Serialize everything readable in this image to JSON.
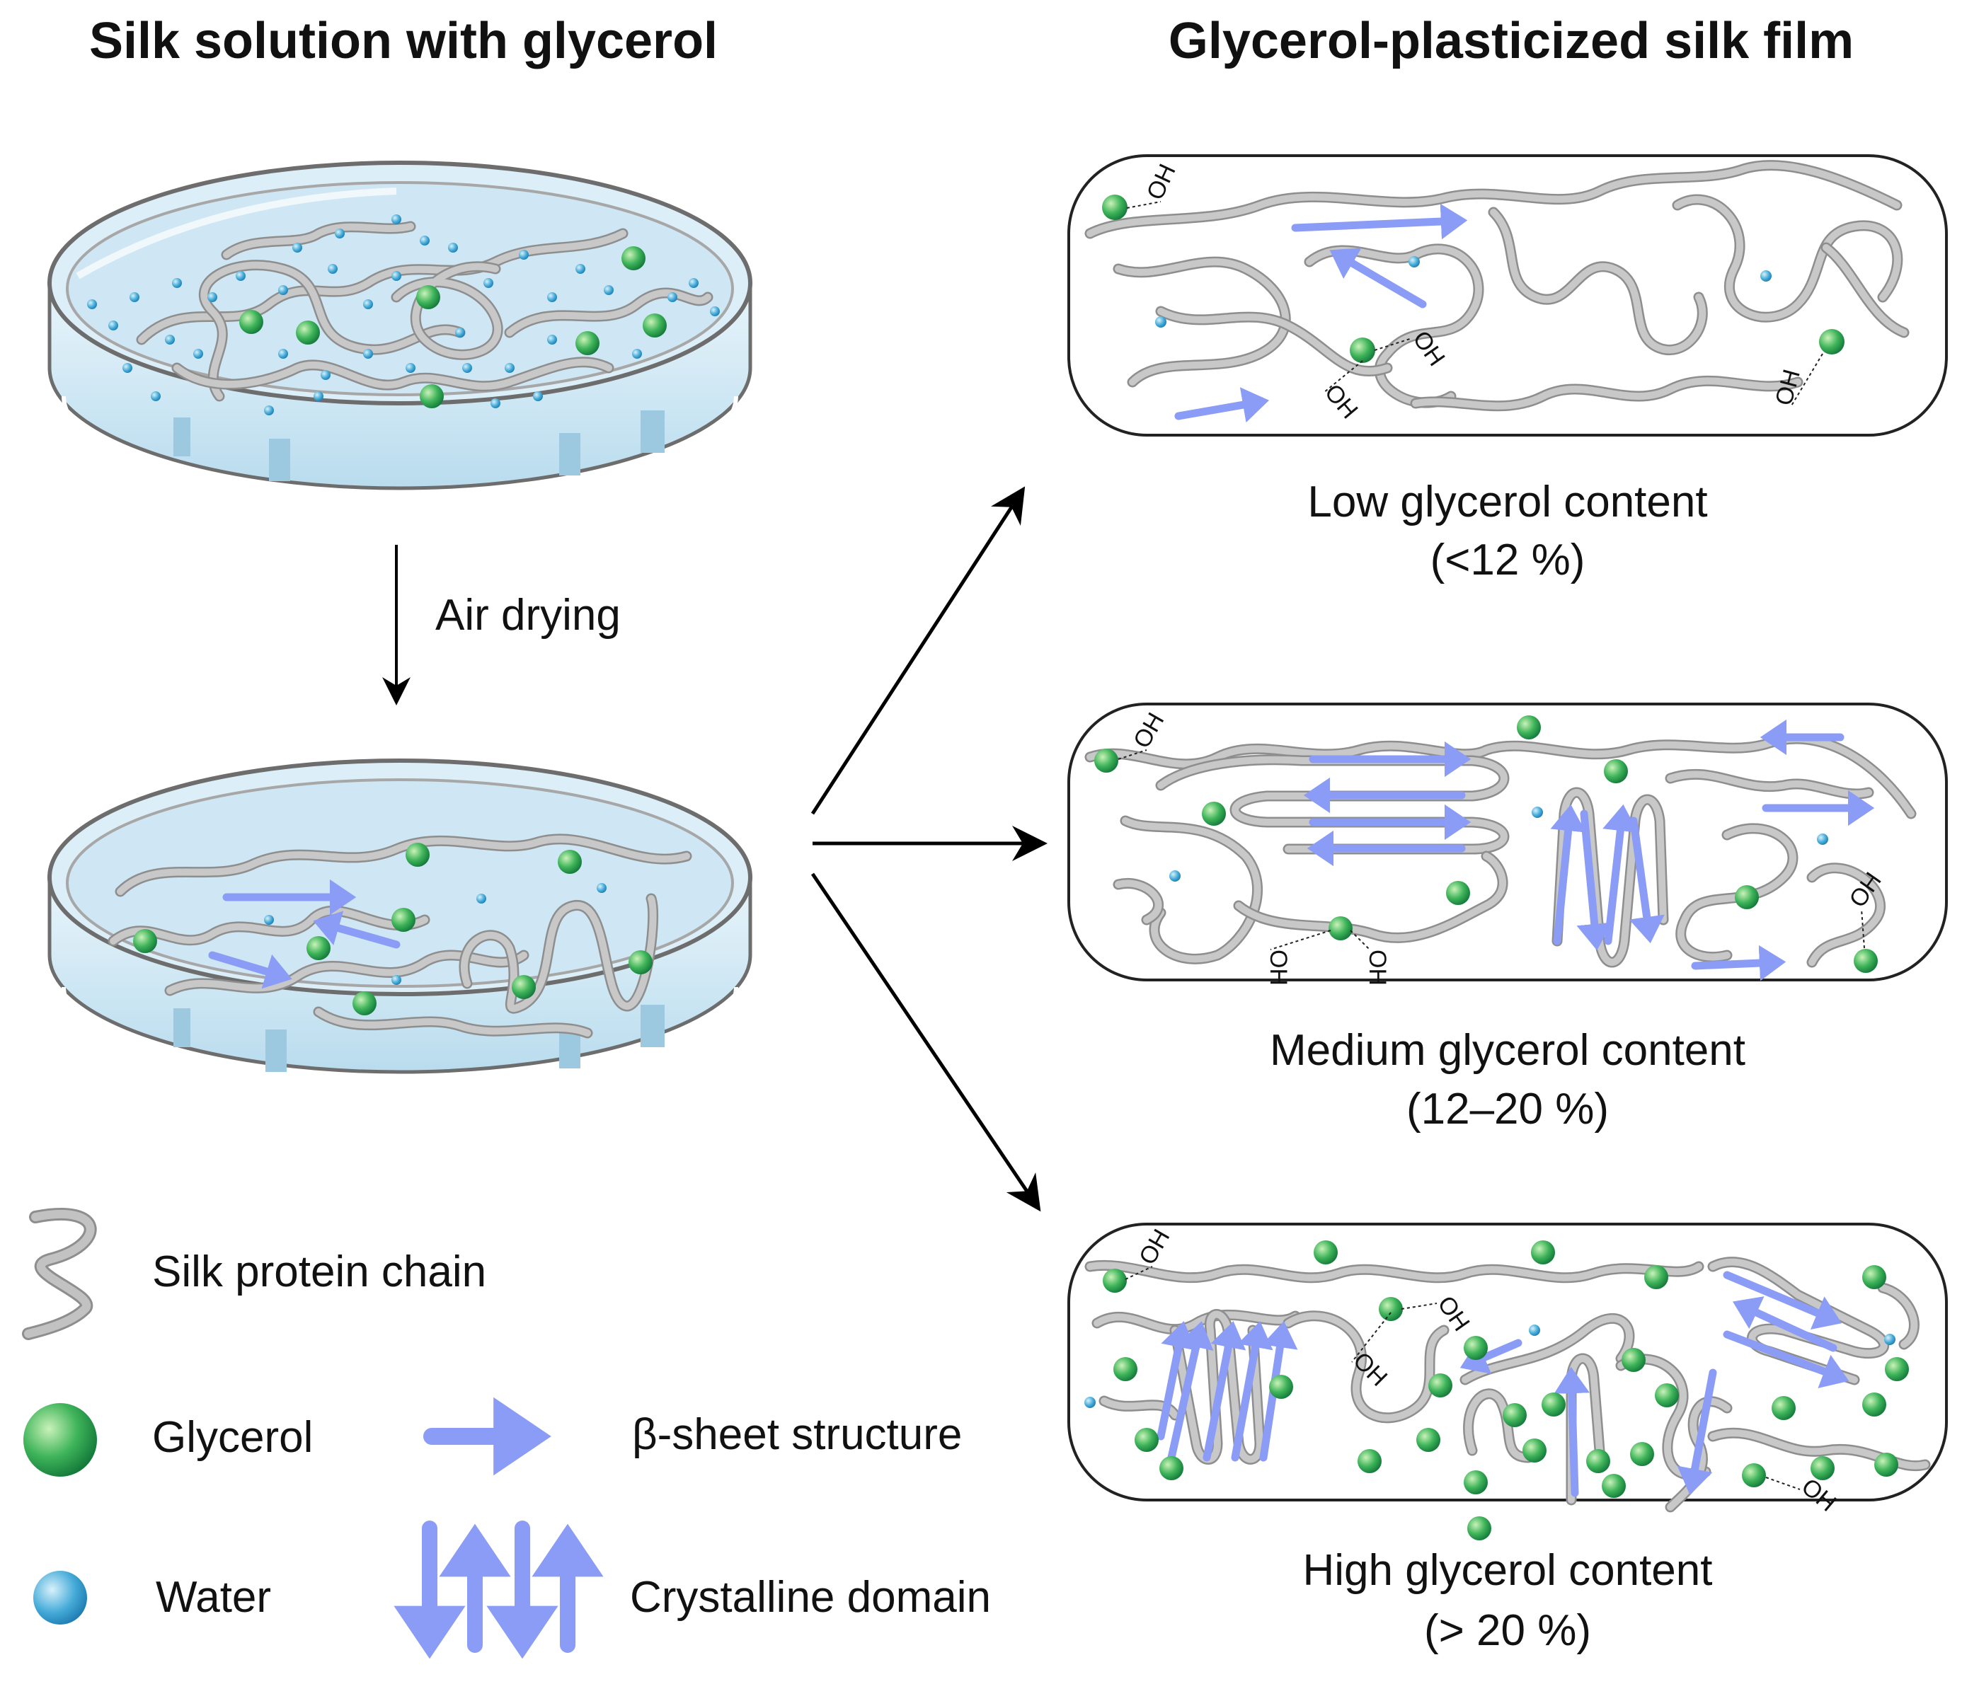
{
  "titles": {
    "left": "Silk solution with glycerol",
    "right": "Glycerol-plasticized silk film"
  },
  "process": {
    "step_label": "Air drying"
  },
  "films": [
    {
      "caption_line1": "Low glycerol content",
      "caption_line2": "(<12 %)"
    },
    {
      "caption_line1": "Medium glycerol content",
      "caption_line2": "(12–20 %)"
    },
    {
      "caption_line1": "High glycerol content",
      "caption_line2": "(> 20 %)"
    }
  ],
  "hydroxyl_label": "OH",
  "legend": {
    "silk_chain": "Silk protein chain",
    "glycerol": "Glycerol",
    "water": "Water",
    "beta_sheet": "β-sheet structure",
    "crystalline": "Crystalline domain"
  },
  "colors": {
    "chain": "#c2c2c2",
    "chain_outline": "#8e8e8e",
    "beta_sheet": "#8a9cf5",
    "glycerol": "#2ea84a",
    "water": "#3aa6d6",
    "dish_fill": "#d6ecf7",
    "arrow": "#000000"
  }
}
